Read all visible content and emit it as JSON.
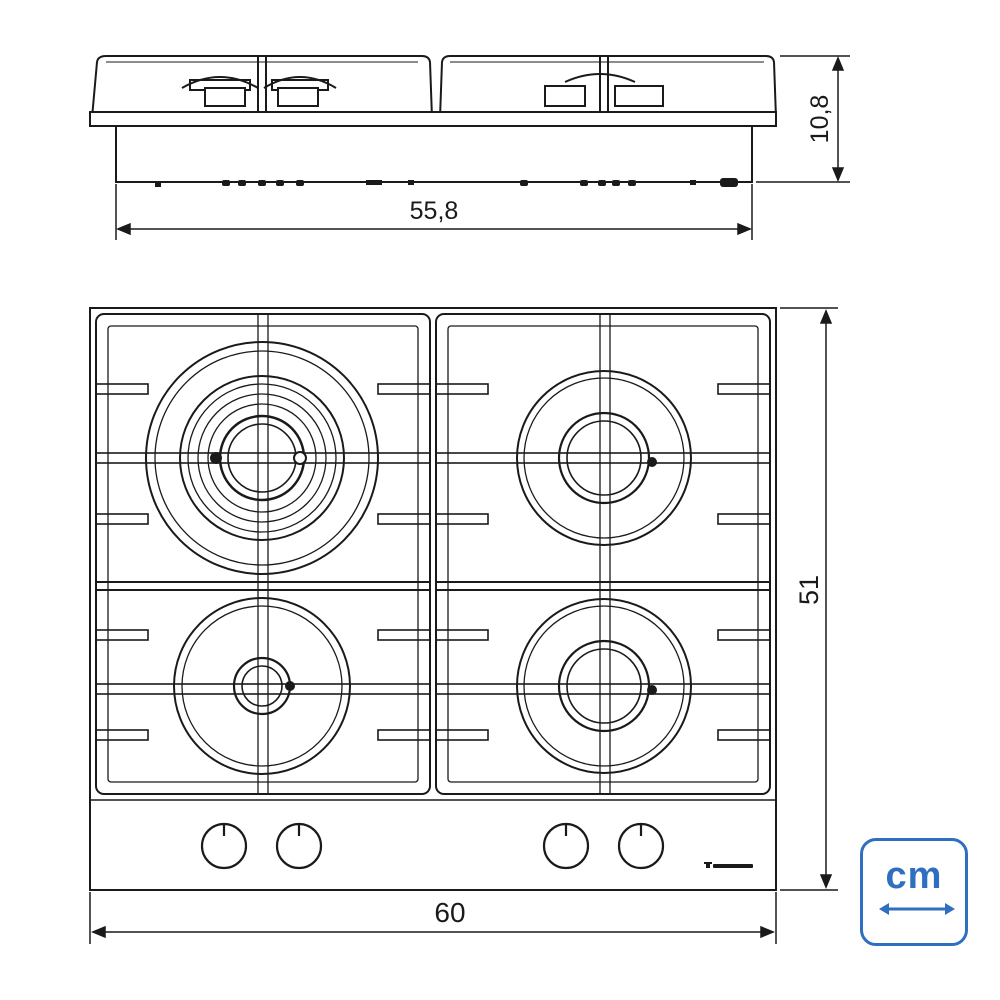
{
  "dimensions": {
    "side_view": {
      "height": "10,8",
      "width": "55,8"
    },
    "top_view": {
      "depth": "51",
      "width": "60"
    }
  },
  "unit_badge": {
    "label": "cm",
    "icon": "double-arrow-icon",
    "color": "#2f6fc0"
  },
  "cooktop": {
    "burners": [
      "triple-crown",
      "semi-rapid",
      "auxiliary",
      "semi-rapid"
    ],
    "knob_count": 4,
    "brand_mark": "Tesla"
  }
}
